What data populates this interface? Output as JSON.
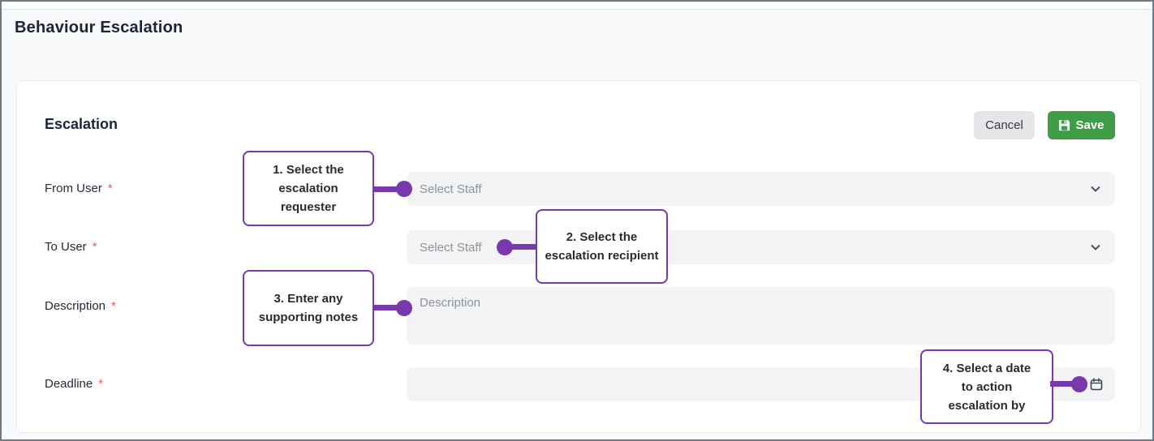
{
  "page": {
    "title": "Behaviour Escalation"
  },
  "card": {
    "heading": "Escalation",
    "buttons": {
      "cancel": "Cancel",
      "save": "Save"
    }
  },
  "form": {
    "fields": [
      {
        "label": "From User",
        "required_marker": "*",
        "placeholder": "Select Staff",
        "value": "",
        "control": "select"
      },
      {
        "label": "To User",
        "required_marker": "*",
        "placeholder": "Select Staff",
        "value": "",
        "control": "select"
      },
      {
        "label": "Description",
        "required_marker": "*",
        "placeholder": "Description",
        "value": "",
        "control": "textarea"
      },
      {
        "label": "Deadline",
        "required_marker": "*",
        "placeholder": "",
        "value": "",
        "control": "date"
      }
    ]
  },
  "callouts": [
    {
      "text": "1. Select the escalation requester",
      "lines": [
        "1. Select the",
        "escalation",
        "requester"
      ]
    },
    {
      "text": "2. Select the escalation recipient",
      "lines": [
        "2. Select the",
        "escalation recipient"
      ]
    },
    {
      "text": "3. Enter any supporting notes",
      "lines": [
        "3. Enter any",
        "supporting notes"
      ]
    },
    {
      "text": "4. Select a date to action escalation by",
      "lines": [
        "4. Select a date",
        "to action",
        "escalation by"
      ]
    }
  ],
  "icons": {
    "save": "floppy-disk-icon",
    "select_expand": "chevron-down-icon",
    "deadline": "calendar-icon"
  },
  "colors": {
    "accent_purple": "#7839ac",
    "save_green": "#3f9d45",
    "required_red": "#ee5a5a",
    "field_bg": "#f1f3f5",
    "page_bg": "#f8f9fa"
  }
}
